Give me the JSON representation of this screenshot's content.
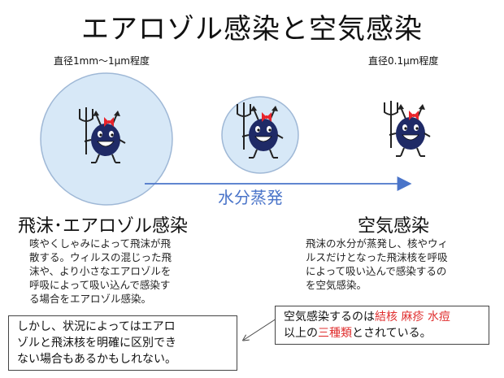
{
  "title": "エアロゾル感染と空気感染",
  "size_labels": {
    "large": "直径1mm～1μm程度",
    "small": "直径0.1μm程度"
  },
  "arrow_label": "水分蒸発",
  "sections": {
    "aerosol": {
      "heading": "飛沫･エアロゾル感染",
      "lines": [
        "咳やくしゃみによって飛沫が飛",
        "散する。ウィルスの混じった飛",
        "沫や、より小さなエアロゾルを",
        "呼吸によって吸い込んで感染す",
        "る場合をエアロゾル感染。"
      ]
    },
    "airborne": {
      "heading": "空気感染",
      "lines": [
        "飛沫の水分が蒸発し、核やウィ",
        "ルスだけとなった飛沫核を呼吸",
        "によって吸い込んで感染するの",
        "を空気感染。"
      ]
    }
  },
  "note_box": {
    "lines": [
      "しかし、状況によってはエアロ",
      "ゾルと飛沫核を明確に区別でき",
      "ない場合もあるかもしれない。"
    ]
  },
  "highlight_box": {
    "line1_prefix": "空気感染するのは",
    "line1_highlight": "結核 麻疹 水痘",
    "line2_prefix": "以上の",
    "line2_highlight": "三種類",
    "line2_suffix": "とされている。"
  },
  "colors": {
    "droplet_fill": "#d7e8f7",
    "droplet_stroke": "#9fb8d6",
    "arrow": "#4a74c9",
    "virus": "#1f2a66",
    "bow": "#e8242b",
    "highlight": "#e03030"
  }
}
